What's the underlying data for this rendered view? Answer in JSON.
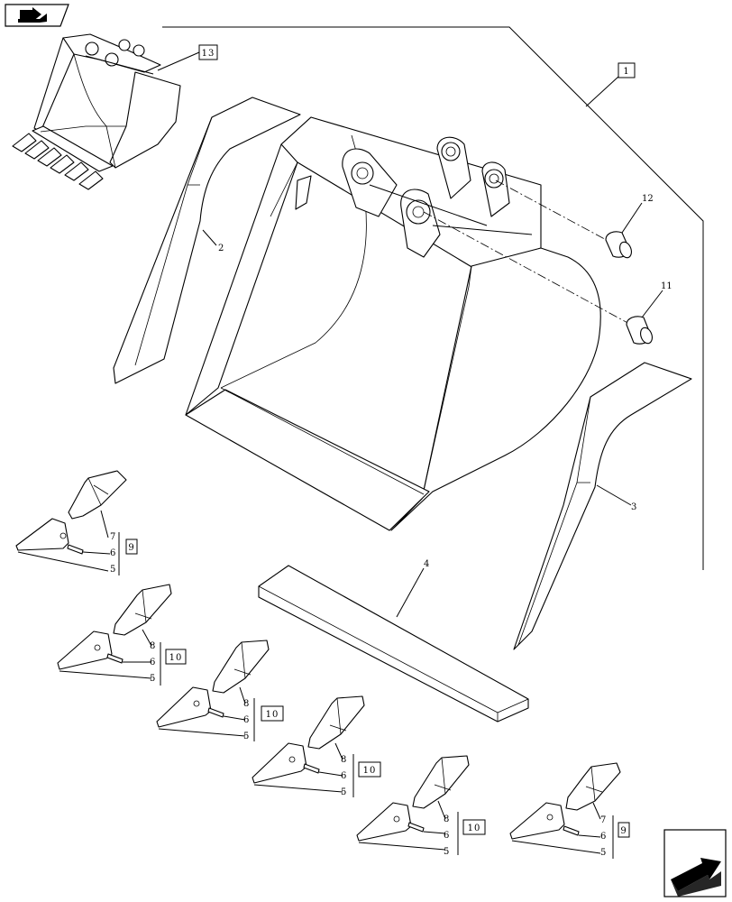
{
  "nav": {
    "top_icon": "book-arrow-icon",
    "bottom_icon": "next-page-arrow-icon"
  },
  "boxed_labels": {
    "assembly": "1",
    "mini_bucket": "13",
    "tooth_set_a": "9",
    "tooth_set_b": "10",
    "tooth_set_c": "10",
    "tooth_set_d": "10",
    "tooth_set_e": "10",
    "tooth_set_f": "9"
  },
  "callouts": {
    "side_cutter_left": "2",
    "side_cutter_right": "3",
    "cutting_edge": "4",
    "bushing_11": "11",
    "bushing_12": "12",
    "group_a": [
      "7",
      "6",
      "5"
    ],
    "group_b": [
      "8",
      "6",
      "5"
    ],
    "group_c": [
      "8",
      "6",
      "5"
    ],
    "group_d": [
      "8",
      "6",
      "5"
    ],
    "group_e": [
      "8",
      "6",
      "5"
    ],
    "group_f": [
      "7",
      "6",
      "5"
    ]
  }
}
